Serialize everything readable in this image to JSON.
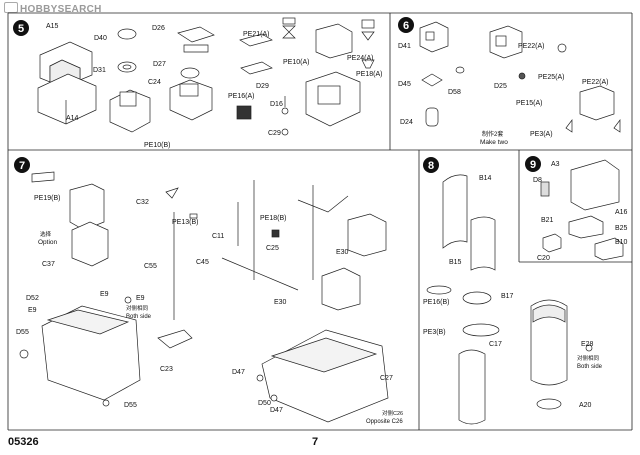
{
  "watermark": {
    "text": "HOBBYSEARCH"
  },
  "footer": {
    "code": "05326",
    "page": "7"
  },
  "steps": {
    "s5": {
      "number": "5",
      "labels": {
        "a15": "A15",
        "d40": "D40",
        "d26": "D26",
        "pe21": "PE21(A)",
        "d31": "D31",
        "c24": "C24",
        "d27": "D27",
        "pe10a": "PE10(A)",
        "pe24": "PE24(A)",
        "pe18": "PE18(A)",
        "a14": "A14",
        "d29": "D29",
        "pe16": "PE16(A)",
        "d16": "D16",
        "c29": "C29",
        "pe10b": "PE10(B)"
      }
    },
    "s6": {
      "number": "6",
      "labels": {
        "d41": "D41",
        "pe22a": "PE22(A)",
        "d45": "D45",
        "d58": "D58",
        "d25": "D25",
        "pe25": "PE25(A)",
        "pe22b": "PE22(A)",
        "pe15": "PE15(A)",
        "d24": "D24",
        "pe3": "PE3(A)",
        "make_cn": "制作2套",
        "make_en": "Make two"
      }
    },
    "s7": {
      "number": "7",
      "labels": {
        "pe19": "PE19(B)",
        "option_cn": "选择",
        "option_en": "Option",
        "c32": "C32",
        "pe13": "PE13(B)",
        "pe18": "PE18(B)",
        "c11": "C11",
        "c25": "C25",
        "c37": "C37",
        "c55": "C55",
        "c45": "C45",
        "e30a": "E30",
        "d52": "D52",
        "e9a": "E9",
        "e9b": "E9",
        "e9c": "E9",
        "both_cn": "对侧相同",
        "both_en": "Both side",
        "d55a": "D55",
        "e30b": "E30",
        "c23": "C23",
        "d47a": "D47",
        "d55b": "D55",
        "d50": "D50",
        "d47b": "D47",
        "c27": "C27",
        "opp_cn": "对侧C26",
        "opp_en": "Opposite C26"
      }
    },
    "s8": {
      "number": "8",
      "labels": {
        "b14": "B14",
        "b15": "B15",
        "pe16": "PE16(B)",
        "b17": "B17",
        "pe3": "PE3(B)",
        "c17": "C17"
      }
    },
    "s9": {
      "number": "9",
      "labels": {
        "a3": "A3",
        "d8": "D8",
        "a16": "A16",
        "b21": "B21",
        "b25": "B25",
        "b10": "B10",
        "c20": "C20",
        "e28": "E28",
        "both_cn": "对侧相同",
        "both_en": "Both side",
        "a20": "A20"
      }
    }
  }
}
